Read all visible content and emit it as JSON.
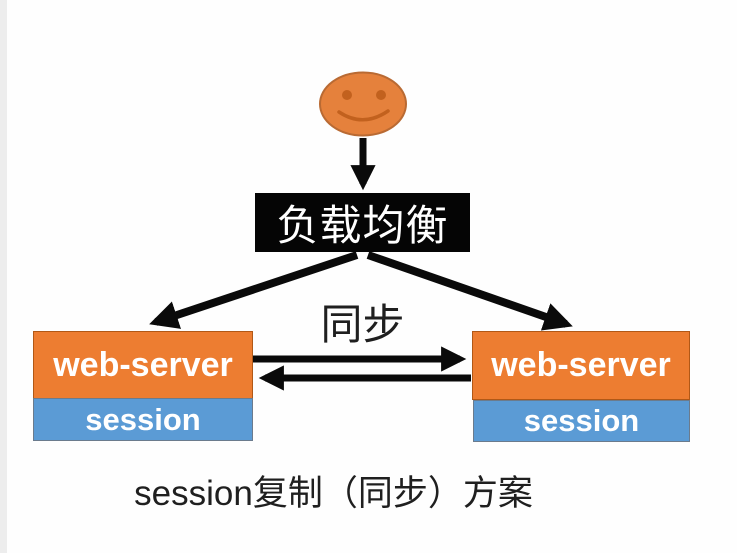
{
  "diagram": {
    "client": {
      "icon": "smiley-face"
    },
    "load_balancer_label": "负载均衡",
    "sync_label": "同步",
    "servers": [
      {
        "label": "web-server",
        "session_label": "session"
      },
      {
        "label": "web-server",
        "session_label": "session"
      }
    ],
    "caption": "session复制（同步）方案"
  },
  "colors": {
    "canvas_bg": "#FEFEFE",
    "edge_strip": "#EDEDED",
    "server_fill": "#ED7D31",
    "server_border": "#B15816",
    "session_fill": "#5B9BD5",
    "session_border": "#6B7B8D",
    "lb_fill": "#050505",
    "lb_text": "#FFFFFF",
    "box_text": "#FFFFFF",
    "face_fill": "#E5813C",
    "face_stroke": "#B96A33",
    "face_feature": "#C2611E",
    "arrow": "#0A0A0A",
    "label_text": "#1F1F1F"
  }
}
